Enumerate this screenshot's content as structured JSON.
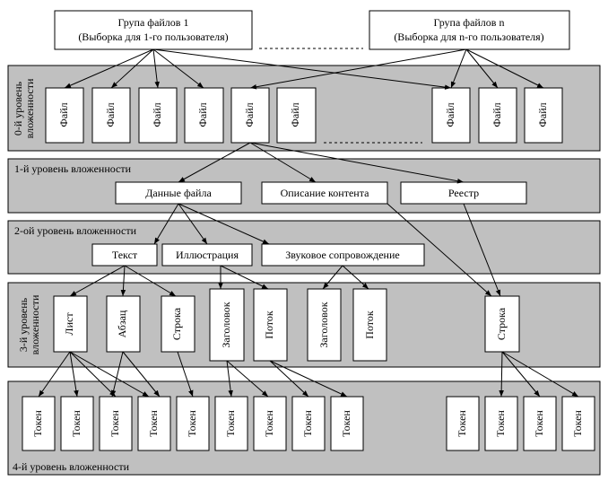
{
  "groups": {
    "first": {
      "line1": "Група файлов 1",
      "line2": "(Выборка для 1-го пользователя)"
    },
    "n": {
      "line1": "Група файлов n",
      "line2": "(Выборка для n-го пользователя)"
    }
  },
  "levels": {
    "l0": {
      "line1": "0-й уровень",
      "line2": "вложенности"
    },
    "l1": "1-й уровень вложенности",
    "l2": "2-ой уровень вложенности",
    "l3": {
      "line1": "3-й уровень",
      "line2": "вложенности"
    },
    "l4": "4-й уровень вложенности"
  },
  "nodes": {
    "file": "Файл",
    "file_data": "Данные файла",
    "content_description": "Описание контента",
    "registry": "Реестр",
    "text": "Текст",
    "illustration": "Иллюстрация",
    "sound": "Звуковое сопровождение",
    "sheet": "Лист",
    "paragraph": "Абзац",
    "line": "Строка",
    "heading": "Заголовок",
    "stream": "Поток",
    "token": "Токен"
  }
}
